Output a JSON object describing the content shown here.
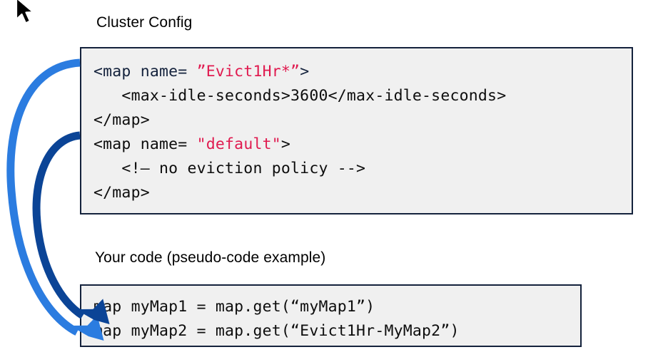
{
  "palette": {
    "arrow_light_blue": "#2b7ce0",
    "arrow_dark_navy": "#0b4496",
    "code_border": "#14223c",
    "code_background": "#f0f0f0",
    "string_red": "#e01a4f",
    "text_dark_navy": "#14223c",
    "text_black": "#0d0d0d",
    "page_background": "#ffffff"
  },
  "cursor": {
    "icon": "mouse-pointer-icon"
  },
  "cluster_config": {
    "heading": "Cluster Config",
    "lines": [
      {
        "id": "map-open-evict",
        "segments": [
          {
            "text": "<map name= ",
            "color": "dark"
          },
          {
            "text": "”Evict1Hr*”",
            "color": "red"
          },
          {
            "text": ">",
            "color": "dark"
          }
        ]
      },
      {
        "id": "max-idle-seconds",
        "segments": [
          {
            "text": "   <max-idle-seconds>3600</max-idle-seconds>",
            "color": "black"
          }
        ]
      },
      {
        "id": "map-close-evict",
        "segments": [
          {
            "text": "</map>",
            "color": "black"
          }
        ]
      },
      {
        "id": "map-open-default",
        "segments": [
          {
            "text": "<map name= ",
            "color": "black"
          },
          {
            "text": "\"default\"",
            "color": "red"
          },
          {
            "text": ">",
            "color": "black"
          }
        ]
      },
      {
        "id": "no-eviction-comment",
        "segments": [
          {
            "text": "   <!– no eviction policy -->",
            "color": "black"
          }
        ]
      },
      {
        "id": "map-close-default",
        "segments": [
          {
            "text": "</map>",
            "color": "black"
          }
        ]
      }
    ]
  },
  "your_code": {
    "heading": "Your code (pseudo-code example)",
    "lines": [
      {
        "id": "my-map-1",
        "segments": [
          {
            "text": "map myMap1 = map.get(“myMap1”)",
            "color": "black"
          }
        ]
      },
      {
        "id": "my-map-2",
        "segments": [
          {
            "text": "map myMap2 = map.get(“Evict1Hr-MyMap2”)",
            "color": "black"
          }
        ]
      }
    ]
  },
  "arrows": [
    {
      "id": "arrow-evict-to-mymap2",
      "color_key": "arrow_light_blue",
      "from": "map-open-evict",
      "to": "my-map-2"
    },
    {
      "id": "arrow-default-to-mymap1",
      "color_key": "arrow_dark_navy",
      "from": "map-open-default",
      "to": "my-map-1"
    }
  ]
}
